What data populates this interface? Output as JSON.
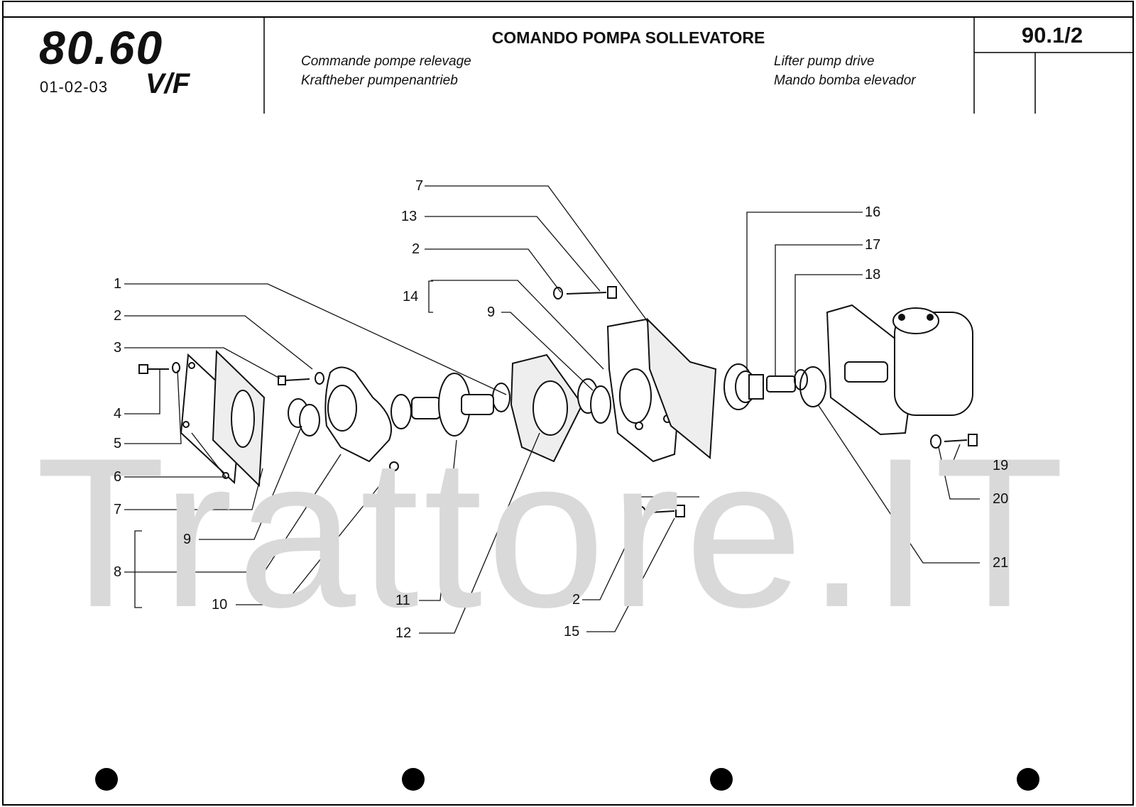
{
  "header": {
    "model": "80.60",
    "model_suffix": "V/F",
    "model_codes": "01-02-03",
    "title": "COMANDO POMPA SOLLEVATORE",
    "subtitles": {
      "fr": "Commande pompe relevage",
      "de": "Kraftheber pumpenantrieb",
      "en": "Lifter pump drive",
      "es": "Mando bomba elevador"
    },
    "page_code": "90.1/2"
  },
  "watermark": "Trattore.IT",
  "callouts": [
    "1",
    "2",
    "3",
    "4",
    "5",
    "6",
    "7",
    "8",
    "9",
    "10",
    "11",
    "12",
    "13",
    "14",
    "2",
    "9",
    "7",
    "2",
    "15",
    "16",
    "17",
    "18",
    "19",
    "20",
    "21"
  ]
}
